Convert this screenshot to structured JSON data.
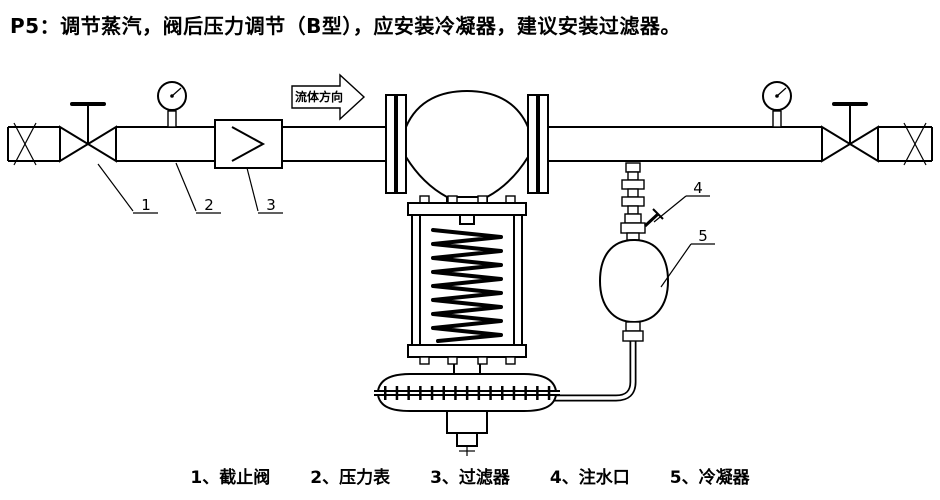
{
  "title": "P5：调节蒸汽，阀后压力调节（B型），应安装冷凝器，建议安装过滤器。",
  "flow_arrow_label": "流体方向",
  "callouts": [
    "1",
    "2",
    "3",
    "4",
    "5"
  ],
  "legend_items": [
    "1、截止阀",
    "2、压力表",
    "3、过滤器",
    "4、注水口",
    "5、冷凝器"
  ],
  "colors": {
    "line": "#000000",
    "background": "#ffffff"
  }
}
